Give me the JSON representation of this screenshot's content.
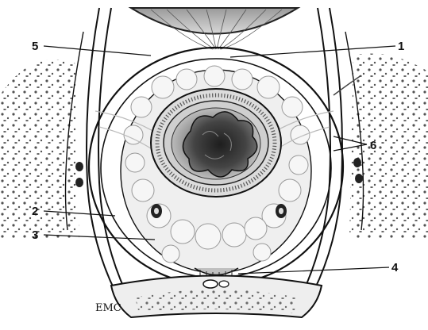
{
  "figure": {
    "callouts": [
      {
        "id": "1",
        "label": "1"
      },
      {
        "id": "2",
        "label": "2"
      },
      {
        "id": "3",
        "label": "3"
      },
      {
        "id": "4",
        "label": "4"
      },
      {
        "id": "5",
        "label": "5"
      },
      {
        "id": "6",
        "label": "6"
      }
    ],
    "signature": "EMC"
  },
  "colors": {
    "ink": "#111111",
    "tissue_light": "#e9e9e9",
    "tissue_mid": "#bdbdbd",
    "mucosa": "#7a7a7a",
    "lumen_dark": "#2a2a2a"
  }
}
